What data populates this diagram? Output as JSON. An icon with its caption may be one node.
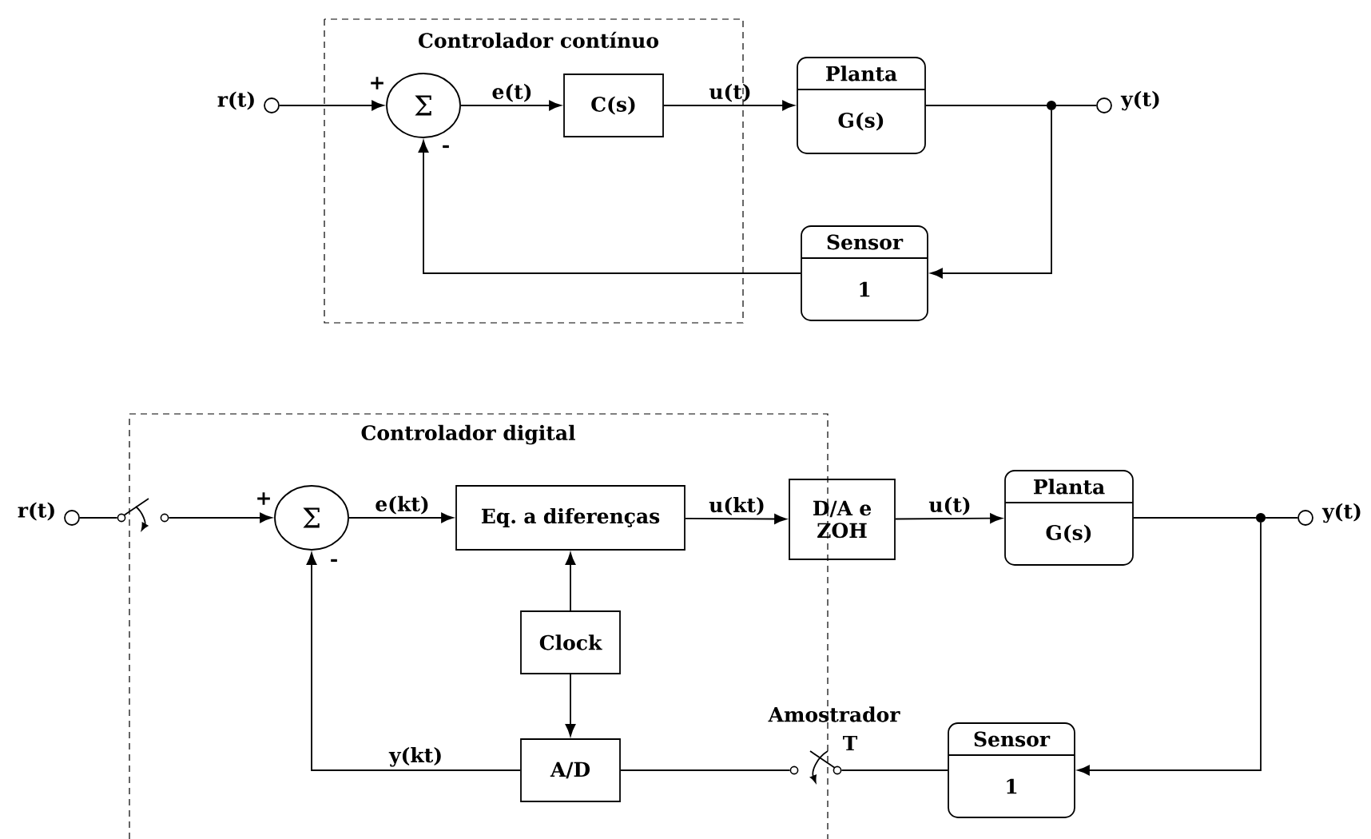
{
  "diagram": {
    "nodes": [
      {
        "text": [
          "Controlador contínuo"
        ]
      },
      {
        "text": [],
        "shape": "circle",
        "beside": [
          "r(t)"
        ]
      },
      {
        "text": [
          "Σ"
        ],
        "in": 0
      },
      {
        "text": [
          "C(s)"
        ],
        "in": 0
      },
      {
        "text": [
          "Planta",
          "G(s)"
        ]
      },
      {
        "text": [],
        "shape": "circle"
      },
      {
        "text": [],
        "shape": "circle",
        "beside": [
          "y(t)"
        ]
      },
      {
        "text": [
          "Sensor",
          "1"
        ]
      },
      {
        "text": [
          "Controlador digital"
        ]
      },
      {
        "text": [],
        "shape": "circle",
        "beside": [
          "r(t)"
        ]
      },
      {
        "text": [],
        "shape": "switch"
      },
      {
        "text": [
          "Σ"
        ],
        "in": 8
      },
      {
        "text": [
          "Eq. a diferenças"
        ],
        "in": 8
      },
      {
        "text": [
          "D/A e ZOH"
        ]
      },
      {
        "text": [
          "Planta",
          "G(s)"
        ]
      },
      {
        "text": [],
        "shape": "circle"
      },
      {
        "text": [],
        "shape": "circle",
        "beside": [
          "y(t)"
        ]
      },
      {
        "text": [
          "Clock"
        ],
        "in": 8
      },
      {
        "text": [
          "A/D"
        ],
        "in": 8
      },
      {
        "text": [],
        "shape": "switch",
        "beside": [
          "Amostrador",
          "T"
        ]
      },
      {
        "text": [
          "Sensor",
          "1"
        ]
      }
    ],
    "edges": [
      {
        "from": 1,
        "to": 2,
        "arrow": "to"
      },
      {
        "from": 2,
        "to": 3,
        "arrow": "to",
        "label": "e(t)"
      },
      {
        "from": 3,
        "to": 4,
        "arrow": "to",
        "label": "u(t)"
      },
      {
        "from": 4,
        "to": 5,
        "arrow": "none"
      },
      {
        "from": 5,
        "to": 6,
        "arrow": "none"
      },
      {
        "from": 5,
        "to": 7,
        "arrow": "to"
      },
      {
        "from": 7,
        "to": 2,
        "arrow": "to"
      },
      {
        "from": 9,
        "to": 10,
        "arrow": "none"
      },
      {
        "from": 10,
        "to": 11,
        "arrow": "to"
      },
      {
        "from": 11,
        "to": 12,
        "arrow": "to",
        "label": "e(kt)"
      },
      {
        "from": 12,
        "to": 13,
        "arrow": "to",
        "label": "u(kt)"
      },
      {
        "from": 13,
        "to": 14,
        "arrow": "to",
        "label": "u(t)"
      },
      {
        "from": 14,
        "to": 15,
        "arrow": "none"
      },
      {
        "from": 15,
        "to": 16,
        "arrow": "none"
      },
      {
        "from": 15,
        "to": 20,
        "arrow": "to"
      },
      {
        "from": 20,
        "to": 19,
        "arrow": "none"
      },
      {
        "from": 19,
        "to": 18,
        "arrow": "none"
      },
      {
        "from": 18,
        "to": 11,
        "arrow": "to",
        "label": "y(kt)"
      },
      {
        "from": 17,
        "to": 12,
        "arrow": "to"
      },
      {
        "from": 17,
        "to": 18,
        "arrow": "to"
      }
    ],
    "labels": [
      "+",
      "-",
      "+",
      "-"
    ]
  }
}
